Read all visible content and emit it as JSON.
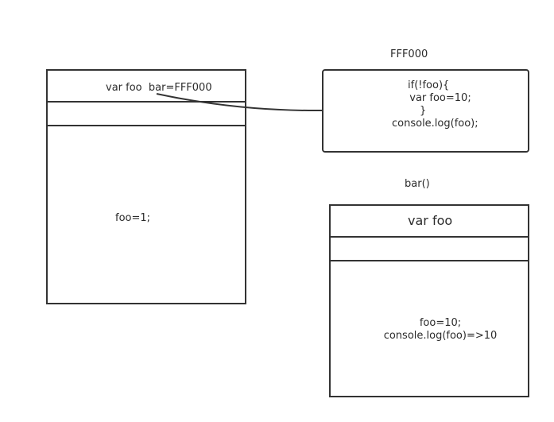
{
  "global_scope": {
    "declaration": "var foo  bar=FFF000",
    "body_code": "foo=1;"
  },
  "function_object": {
    "address_label": "FFF000",
    "code_lines": [
      "if(!foo){",
      "  var foo=10;",
      "        }",
      "console.log(foo);"
    ]
  },
  "bar_scope": {
    "title": "bar()",
    "declaration": "var foo",
    "body_lines": [
      "foo=10;",
      "console.log(foo)=>10"
    ]
  }
}
